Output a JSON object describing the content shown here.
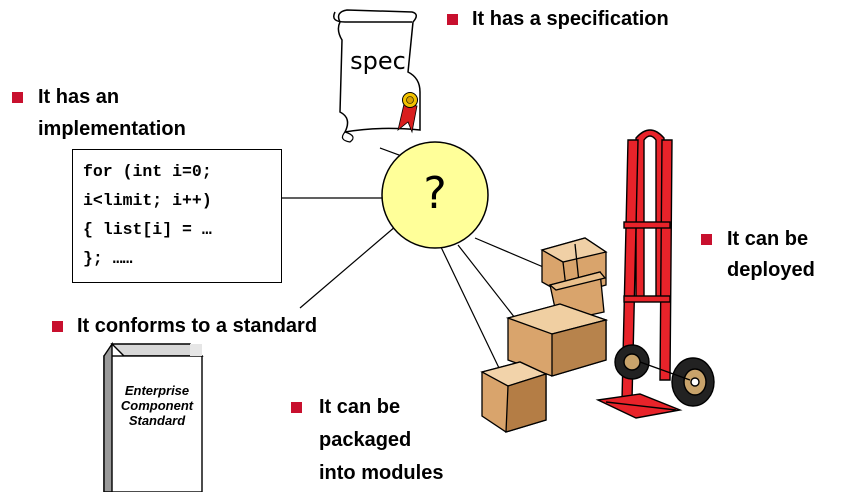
{
  "center_symbol": "?",
  "scroll_text": "spec",
  "bullets": {
    "specification": "It has a specification",
    "implementation_line1": "It has an",
    "implementation_line2": "implementation",
    "deployed_line1": "It can be",
    "deployed_line2": "deployed",
    "standard": "It conforms to a standard",
    "packaged_line1": "It can be",
    "packaged_line2": "packaged",
    "packaged_line3": "into modules"
  },
  "code_lines": [
    "for (int i=0;",
    "i<limit; i++)",
    "{ list[i] = …",
    "}; ……"
  ],
  "book_title": [
    "Enterprise",
    "Component",
    "Standard"
  ],
  "colors": {
    "bullet": "#c8102e",
    "circle_fill": "#ffff99",
    "box_tan": "#d9a46c",
    "truck_red": "#e8232a"
  }
}
